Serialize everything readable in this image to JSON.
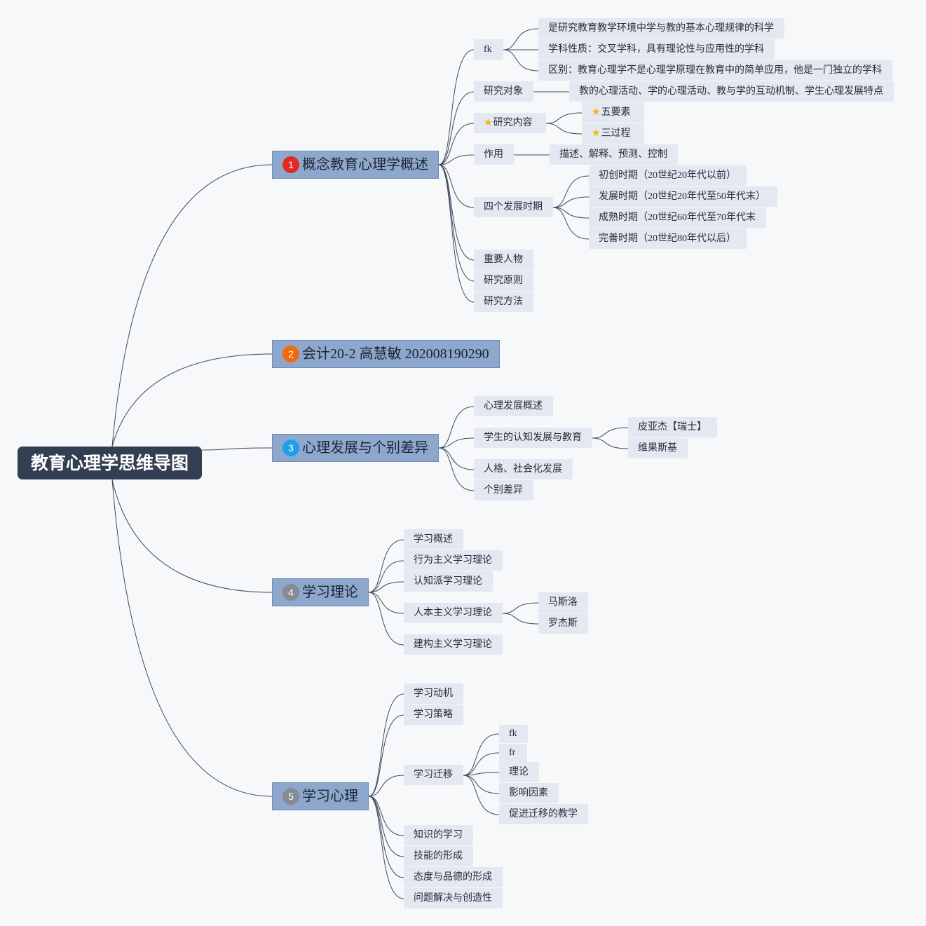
{
  "root": {
    "label": "教育心理学思维导图"
  },
  "colors": {
    "root_bg": "#323f52",
    "main_bg": "#8ea7cd",
    "sub_bg": "#e3e8f1",
    "link": "#3d4a5c",
    "badge1": "#e02b20",
    "badge2": "#f06a0f",
    "badge3": "#1e9de8",
    "badge4": "#868b94",
    "badge5": "#868b94"
  },
  "branches": [
    {
      "num": "1",
      "label": "概念教育心理学概述",
      "children": [
        {
          "label": "fk",
          "children": [
            {
              "label": "是研究教育教学环境中学与教的基本心理规律的科学"
            },
            {
              "label": "学科性质：交叉学科，具有理论性与应用性的学科"
            },
            {
              "label": "区别：教育心理学不是心理学原理在教育中的简单应用，他是一门独立的学科"
            }
          ]
        },
        {
          "label": "研究对象",
          "children": [
            {
              "label": "教的心理活动、学的心理活动、教与学的互动机制、学生心理发展特点"
            }
          ]
        },
        {
          "label": "研究内容",
          "icon": "star-icon",
          "children": [
            {
              "label": "五要素",
              "icon": "star-icon"
            },
            {
              "label": "三过程",
              "icon": "star-icon"
            }
          ]
        },
        {
          "label": "作用",
          "children": [
            {
              "label": "描述、解释、预测、控制"
            }
          ]
        },
        {
          "label": "四个发展时期",
          "children": [
            {
              "label": "初创时期（20世纪20年代以前）"
            },
            {
              "label": "发展时期（20世纪20年代至50年代末）"
            },
            {
              "label": "成熟时期（20世纪60年代至70年代末"
            },
            {
              "label": "完善时期（20世纪80年代以后）"
            }
          ]
        },
        {
          "label": "重要人物"
        },
        {
          "label": "研究原则"
        },
        {
          "label": "研究方法"
        }
      ]
    },
    {
      "num": "2",
      "label": "会计20-2 高慧敏 202008190290",
      "children": []
    },
    {
      "num": "3",
      "label": "心理发展与个别差异",
      "children": [
        {
          "label": "心理发展概述"
        },
        {
          "label": "学生的认知发展与教育",
          "children": [
            {
              "label": "皮亚杰【瑞士】"
            },
            {
              "label": "维果斯基"
            }
          ]
        },
        {
          "label": "人格、社会化发展"
        },
        {
          "label": "个别差异"
        }
      ]
    },
    {
      "num": "4",
      "label": "学习理论",
      "children": [
        {
          "label": "学习概述"
        },
        {
          "label": "行为主义学习理论"
        },
        {
          "label": "认知派学习理论"
        },
        {
          "label": "人本主义学习理论",
          "children": [
            {
              "label": "马斯洛"
            },
            {
              "label": "罗杰斯"
            }
          ]
        },
        {
          "label": "建构主义学习理论"
        }
      ]
    },
    {
      "num": "5",
      "label": "学习心理",
      "children": [
        {
          "label": "学习动机"
        },
        {
          "label": "学习策略"
        },
        {
          "label": "学习迁移",
          "children": [
            {
              "label": "fk"
            },
            {
              "label": "fr"
            },
            {
              "label": "理论"
            },
            {
              "label": "影响因素"
            },
            {
              "label": "促进迁移的教学"
            }
          ]
        },
        {
          "label": "知识的学习"
        },
        {
          "label": "技能的形成"
        },
        {
          "label": "态度与品德的形成"
        },
        {
          "label": "问题解决与创造性"
        }
      ]
    }
  ]
}
